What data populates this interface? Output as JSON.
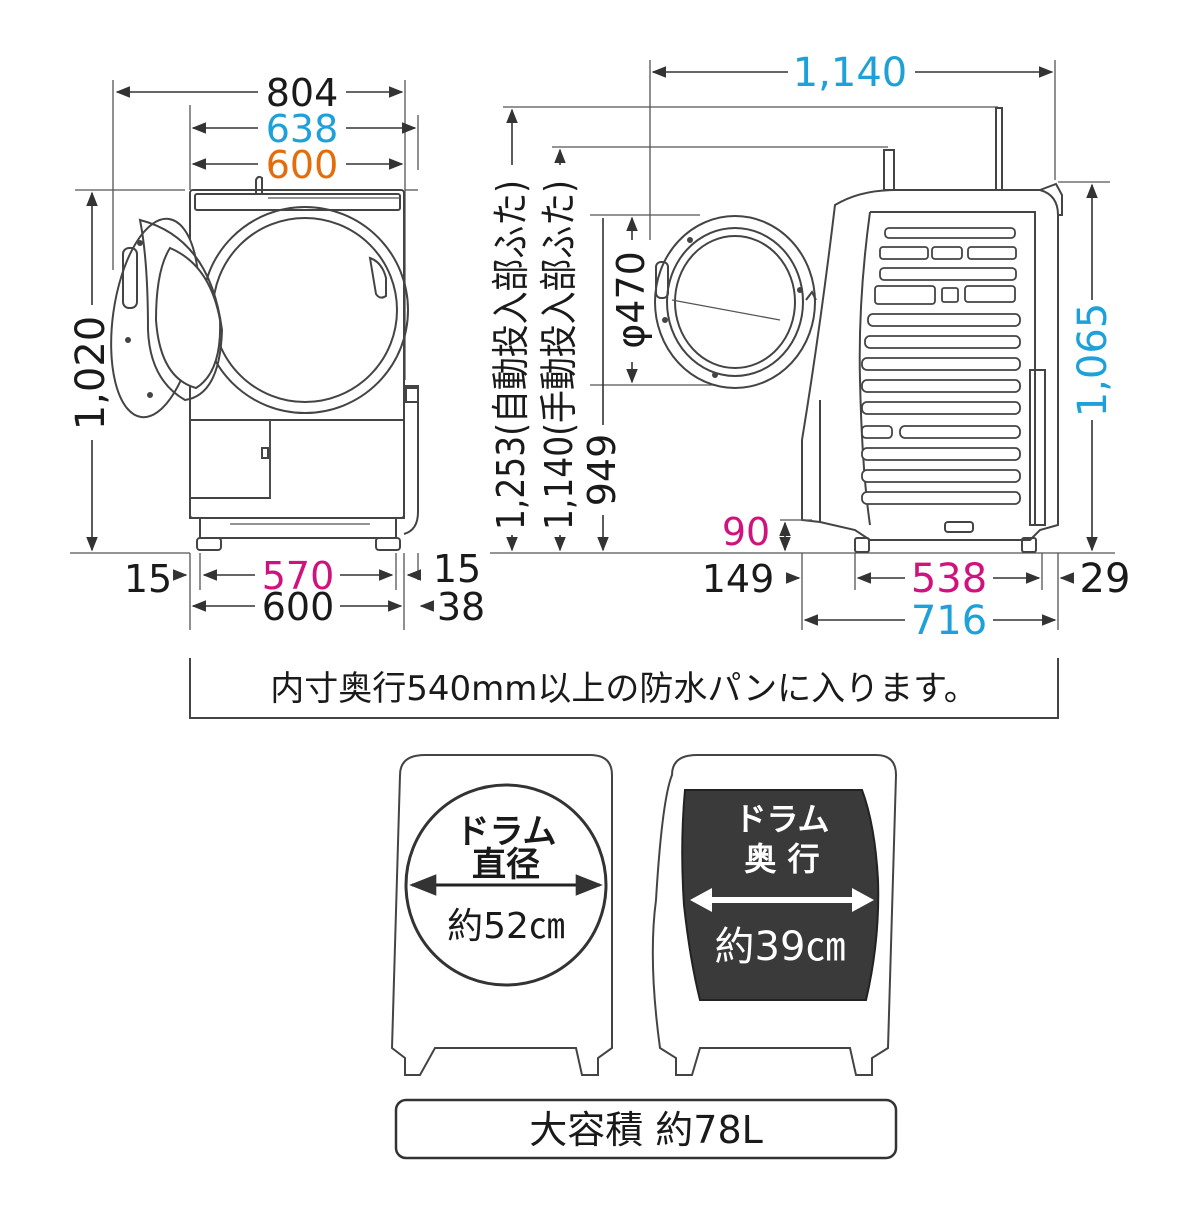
{
  "colors": {
    "black": "#1a1a1a",
    "blue": "#1da1d8",
    "orange": "#e46c0a",
    "magenta": "#d0127e",
    "drum_fill": "#3a3a3a"
  },
  "front": {
    "width_overall": "804",
    "width_door": "638",
    "width_body": "600",
    "height": "1,020",
    "foot_left": "15",
    "foot_span": "570",
    "foot_right": "15",
    "bottom_width": "600",
    "bottom_right": "38"
  },
  "side": {
    "depth_overall": "1,140",
    "height_auto_lid": "1,253(自動投入部ふた)",
    "height_manual_lid": "1,140(手動投入部ふた)",
    "door_center_height": "949",
    "door_diameter": "φ470",
    "height_right": "1,065",
    "floor_clearance": "90",
    "front_offset": "149",
    "foot_depth": "538",
    "rear_offset": "29",
    "depth_body": "716"
  },
  "note": "内寸奥行540mm以上の防水パンに入ります。",
  "drum_diameter": {
    "title_line1": "ドラム",
    "title_line2": "直径",
    "value": "約52㎝"
  },
  "drum_depth": {
    "title_line1": "ドラム",
    "title_line2": "奥 行",
    "value": "約39㎝"
  },
  "capacity": "大容積 約78L"
}
